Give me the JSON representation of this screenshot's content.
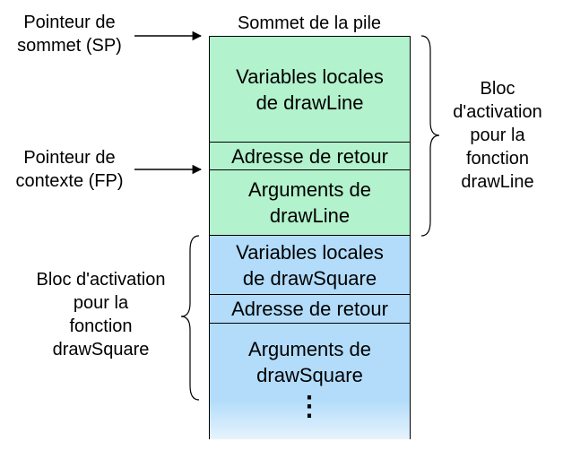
{
  "labels": {
    "stack_top": "Sommet de la pile",
    "sp_pointer": "Pointeur de\nsommet (SP)",
    "fp_pointer": "Pointeur de\ncontexte (FP)",
    "frame_drawline": "Bloc\nd'activation\npour la\nfonction\ndrawLine",
    "frame_drawsquare": "Bloc d'activation\npour la\nfonction\ndrawSquare"
  },
  "stack": [
    {
      "text": "Variables locales\nde drawLine"
    },
    {
      "text": "Adresse de retour"
    },
    {
      "text": "Arguments de\ndrawLine"
    },
    {
      "text": "Variables locales\nde drawSquare"
    },
    {
      "text": "Adresse de retour"
    },
    {
      "text": "Arguments de\ndrawSquare"
    }
  ],
  "continuation": "⋮",
  "colors": {
    "drawline_frame": "#b2f2cd",
    "drawsquare_frame": "#b2dcfa",
    "outline": "#000000"
  }
}
